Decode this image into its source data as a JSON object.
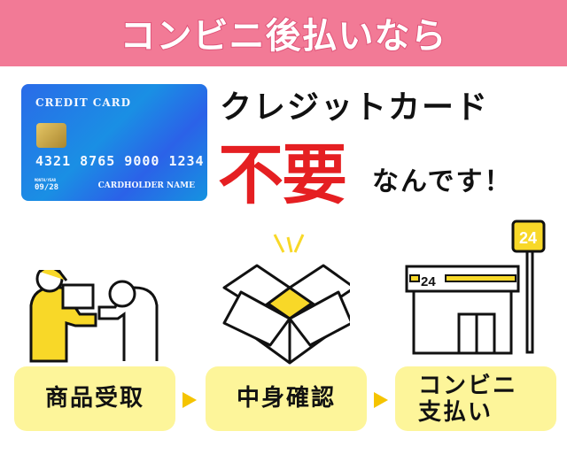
{
  "header": {
    "title": "コンビニ後払いなら"
  },
  "card": {
    "label": "CREDIT CARD",
    "number": "4321 8765 9000 1234",
    "expiry_label": "MONTH/YEAR",
    "expiry": "09/28",
    "holder": "CARDHOLDER NAME"
  },
  "message": {
    "line1": "クレジットカード",
    "emphasis": "不要",
    "line3": "なんです！"
  },
  "steps": [
    {
      "label": "商品受取"
    },
    {
      "label": "中身確認"
    },
    {
      "label": "コンビニ支払い"
    }
  ],
  "store": {
    "sign": "24",
    "banner": "24"
  },
  "colors": {
    "pink": "#f27a96",
    "yellow": "#fdf59a",
    "accent": "#f8d828",
    "red": "#e51f22"
  }
}
